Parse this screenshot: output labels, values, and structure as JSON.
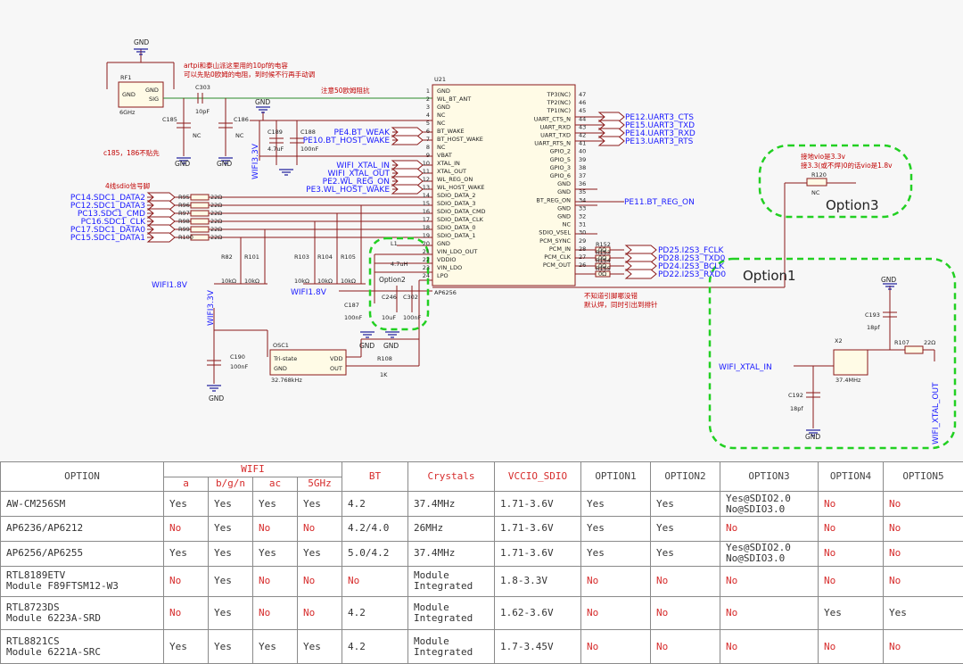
{
  "schematic": {
    "gnd": "GND",
    "rf1": {
      "ref": "RF1",
      "pin_gnd": "GND",
      "pin_gnd2": "GND",
      "pin_sig": "SIG",
      "freq": "6GHz"
    },
    "c303": {
      "ref": "C303",
      "val": "10pF"
    },
    "c185": {
      "ref": "C185",
      "val": "NC"
    },
    "c186": {
      "ref": "C186",
      "val": "NC"
    },
    "c189": {
      "ref": "C189",
      "val": "4.7uF"
    },
    "c188": {
      "ref": "C188",
      "val": "100nF"
    },
    "note_cap_cn": "artpi和泰山派这里用的10pf的电容",
    "note_cap_cn2": "可以先贴0欧姆的电阻，到时候不行再手动调",
    "note_50ohm": "注意50欧姆阻抗",
    "note_c185": "c185，186不贴先",
    "note_sdio": "4线sdio信号脚",
    "u21": {
      "ref": "U21",
      "part": "AP6256"
    },
    "left_pins": [
      "GND",
      "WL_BT_ANT",
      "GND",
      "NC",
      "NC",
      "BT_WAKE",
      "BT_HOST_WAKE",
      "NC",
      "VBAT",
      "XTAL_IN",
      "XTAL_OUT",
      "WL_REG_ON",
      "WL_HOST_WAKE",
      "SDIO_DATA_2",
      "SDIO_DATA_3",
      "SDIO_DATA_CMD",
      "SDIO_DATA_CLK",
      "SDIO_DATA_0",
      "SDIO_DATA_1",
      "GND",
      "VIN_LDO_OUT",
      "VDDIO",
      "VIN_LDO",
      "LPO"
    ],
    "left_pin_nums": [
      "1",
      "2",
      "3",
      "4",
      "5",
      "6",
      "7",
      "8",
      "9",
      "10",
      "11",
      "12",
      "13",
      "14",
      "15",
      "16",
      "17",
      "18",
      "19",
      "20",
      "21",
      "22",
      "23",
      "24"
    ],
    "right_pins": [
      "TP3(NC)",
      "TP2(NC)",
      "TP1(NC)",
      "UART_CTS_N",
      "UART_RXD",
      "UART_TXD",
      "UART_RTS_N",
      "GPIO_2",
      "GPIO_5",
      "GPIO_3",
      "GPIO_6",
      "GND",
      "GND",
      "BT_REG_ON",
      "GND",
      "GND",
      "NC",
      "SDIO_VSEL",
      "PCM_SYNC",
      "PCM_IN",
      "PCM_CLK",
      "PCM_OUT"
    ],
    "right_pin_nums": [
      "47",
      "46",
      "45",
      "44",
      "43",
      "42",
      "41",
      "40",
      "39",
      "38",
      "37",
      "36",
      "35",
      "34",
      "33",
      "32",
      "31",
      "30",
      "29",
      "28",
      "27",
      "26"
    ],
    "nets_left": [
      "PE4.BT_WEAK",
      "PE10.BT_HOST_WAKE",
      "WIFI_XTAL_IN",
      "WIFI_XTAL_OUT",
      "PE2.WL_REG_ON",
      "PE3.WL_HOST_WAKE"
    ],
    "vbat_net": "WIFI3.3V",
    "sdio_nets": [
      "PC14.SDC1_DATA2",
      "PC12.SDC1_DATA3",
      "PC13.SDC1_CMD",
      "PC16.SDC1_CLK",
      "PC17.SDC1_DATA0",
      "PC15.SDC1_DATA1"
    ],
    "sdio_res": [
      "R95",
      "R96",
      "R97",
      "R98",
      "R99",
      "R100"
    ],
    "sdio_res_val": "22Ω",
    "pullups": [
      {
        "ref": "R82",
        "val": "10kΩ"
      },
      {
        "ref": "R101",
        "val": "10kΩ"
      },
      {
        "ref": "R103",
        "val": "10kΩ"
      },
      {
        "ref": "R104",
        "val": "10kΩ"
      },
      {
        "ref": "R105",
        "val": "10kΩ"
      }
    ],
    "wifi18_a": "WIFI1.8V",
    "wifi18_b": "WIFI1.8V",
    "l1": {
      "ref": "L1",
      "val": "4.7uH"
    },
    "c246": {
      "ref": "C246",
      "val": "10uF"
    },
    "c302": {
      "ref": "C302",
      "val": "100nF"
    },
    "c187": {
      "ref": "C187",
      "val": "100nF"
    },
    "option2": "Option2",
    "osc1": {
      "ref": "OSC1",
      "tri": "Tri-state",
      "gnd": "GND",
      "vdd": "VDD",
      "out": "OUT",
      "freq": "32.768kHz"
    },
    "c190": {
      "ref": "C190",
      "val": "100nF"
    },
    "r108": {
      "ref": "R108",
      "val": "1K"
    },
    "uart_nets": [
      "PE12.UART3_CTS",
      "PE15.UART3_TXD",
      "PE14.UART3_RXD",
      "PE13.UART3_RTS"
    ],
    "bt_reg_net": "PE11.BT_REG_ON",
    "pcm_res": [
      "R152",
      "R153",
      "R154",
      "R155"
    ],
    "pcm_res_val": "0Ω",
    "pcm_nets": [
      "PD25.I2S3_FCLK",
      "PD28.I2S3_TXD0",
      "PD24.I2S3_BCLK",
      "PD22.I2S3_RXD0"
    ],
    "note_unknown": "不知道引脚哪没错",
    "note_unknown2": "默认焊，同时引出到排针",
    "option3": {
      "label": "Option3",
      "note1": "接地vio是3.3v",
      "note2": "接3.3(或不焊)0的话vio是1.8v",
      "ref": "R120",
      "val": "NC"
    },
    "option1": {
      "label": "Option1",
      "xtal_net": "WIFI_XTAL_IN",
      "x2": "X2",
      "freq": "37.4MHz",
      "c193": "C193",
      "c193v": "18pf",
      "c192": "C192",
      "c192v": "18pf",
      "r107": "R107",
      "r107v": "22Ω",
      "out_net": "WIFI_XTAL_OUT"
    }
  },
  "table": {
    "headers": {
      "option": "OPTION",
      "wifi": "WIFI",
      "bt": "BT",
      "crystals": "Crystals",
      "vccio": "VCCIO_SDIO",
      "o1": "OPTION1",
      "o2": "OPTION2",
      "o3": "OPTION3",
      "o4": "OPTION4",
      "o5": "OPTION5"
    },
    "wifi_sub": [
      "a",
      "b/g/n",
      "ac",
      "5GHz"
    ],
    "rows": [
      {
        "model": [
          "AW-CM256SM"
        ],
        "a": "Yes",
        "bgn": "Yes",
        "ac": "Yes",
        "g5": "Yes",
        "bt": "4.2",
        "crystal": [
          "37.4MHz"
        ],
        "vccio": "1.71-3.6V",
        "o1": "Yes",
        "o2": "Yes",
        "o3": [
          "Yes@SDIO2.0",
          "No@SDIO3.0"
        ],
        "o4": "No",
        "o5": "No"
      },
      {
        "model": [
          "AP6236/AP6212"
        ],
        "a": "No",
        "bgn": "Yes",
        "ac": "No",
        "g5": "No",
        "bt": "4.2/4.0",
        "crystal": [
          "26MHz"
        ],
        "vccio": "1.71-3.6V",
        "o1": "Yes",
        "o2": "Yes",
        "o3": [
          "No"
        ],
        "o4": "No",
        "o5": "No"
      },
      {
        "model": [
          "AP6256/AP6255"
        ],
        "a": "Yes",
        "bgn": "Yes",
        "ac": "Yes",
        "g5": "Yes",
        "bt": "5.0/4.2",
        "crystal": [
          "37.4MHz"
        ],
        "vccio": "1.71-3.6V",
        "o1": "Yes",
        "o2": "Yes",
        "o3": [
          "Yes@SDIO2.0",
          "No@SDIO3.0"
        ],
        "o4": "No",
        "o5": "No"
      },
      {
        "model": [
          "RTL8189ETV",
          "Module F89FTSM12-W3"
        ],
        "a": "No",
        "bgn": "Yes",
        "ac": "No",
        "g5": "No",
        "bt": "No",
        "crystal": [
          "Module",
          "Integrated"
        ],
        "vccio": "1.8-3.3V",
        "o1": "No",
        "o2": "No",
        "o3": [
          "No"
        ],
        "o4": "No",
        "o5": "No"
      },
      {
        "model": [
          "RTL8723DS",
          "Module 6223A-SRD"
        ],
        "a": "No",
        "bgn": "Yes",
        "ac": "No",
        "g5": "No",
        "bt": "4.2",
        "crystal": [
          "Module",
          "Integrated"
        ],
        "vccio": "1.62-3.6V",
        "o1": "No",
        "o2": "No",
        "o3": [
          "No"
        ],
        "o4": "Yes",
        "o5": "Yes"
      },
      {
        "model": [
          "RTL8821CS",
          "Module 6221A-SRC"
        ],
        "a": "Yes",
        "bgn": "Yes",
        "ac": "Yes",
        "g5": "Yes",
        "bt": "4.2",
        "crystal": [
          "Module",
          "Integrated"
        ],
        "vccio": "1.7-3.45V",
        "o1": "No",
        "o2": "No",
        "o3": [
          "No"
        ],
        "o4": "No",
        "o5": "No"
      }
    ]
  }
}
